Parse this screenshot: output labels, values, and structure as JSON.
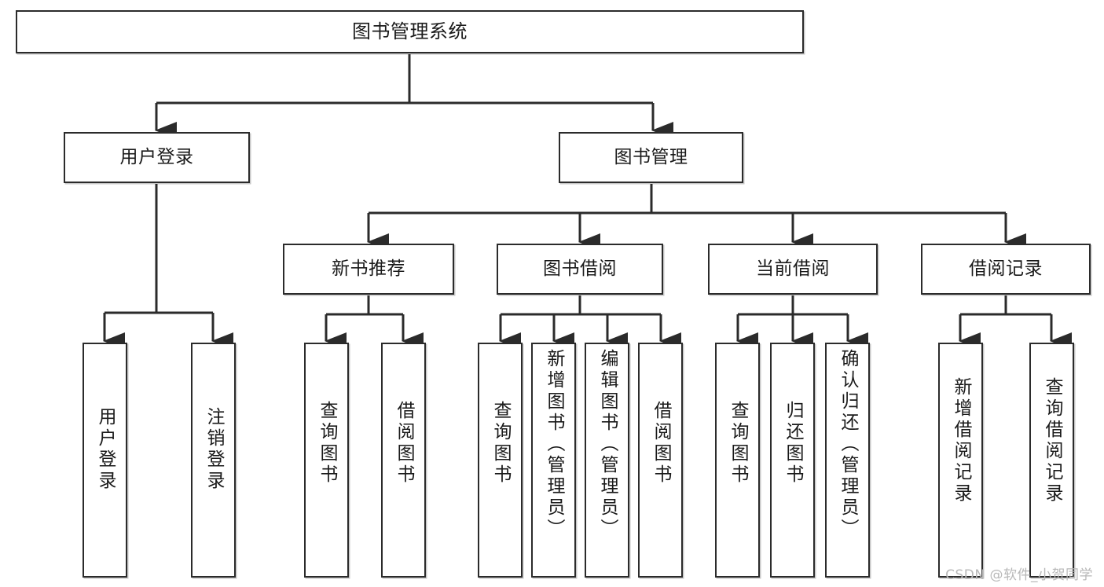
{
  "diagram": {
    "title": "图书管理系统",
    "type": "tree-hierarchy",
    "orientation": "top-down",
    "colors": {
      "box_border": "#2b2b2b",
      "box_fill": "#ffffff",
      "connector": "#2b2b2b",
      "text": "#1a1a1a",
      "watermark": "#b8b8b8"
    },
    "watermark": "CSDN @软件_小贺同学"
  },
  "nodes": {
    "root": {
      "label": "图书管理系统"
    },
    "level2": [
      {
        "label": "用户登录"
      },
      {
        "label": "图书管理"
      }
    ],
    "level3": [
      {
        "label": "新书推荐"
      },
      {
        "label": "图书借阅"
      },
      {
        "label": "当前借阅"
      },
      {
        "label": "借阅记录"
      }
    ],
    "leaves": {
      "user_login": [
        {
          "label": "用户登录"
        },
        {
          "label": "注销登录"
        }
      ],
      "new_book_recommend": [
        {
          "label": "查询图书"
        },
        {
          "label": "借阅图书"
        }
      ],
      "book_borrow": [
        {
          "label": "查询图书"
        },
        {
          "label": "新增图书（管理员）"
        },
        {
          "label": "编辑图书（管理员）"
        },
        {
          "label": "借阅图书"
        }
      ],
      "current_borrow": [
        {
          "label": "查询图书"
        },
        {
          "label": "归还图书"
        },
        {
          "label": "确认归还（管理员）"
        }
      ],
      "borrow_record": [
        {
          "label": "新增借阅记录"
        },
        {
          "label": "查询借阅记录"
        }
      ]
    }
  }
}
